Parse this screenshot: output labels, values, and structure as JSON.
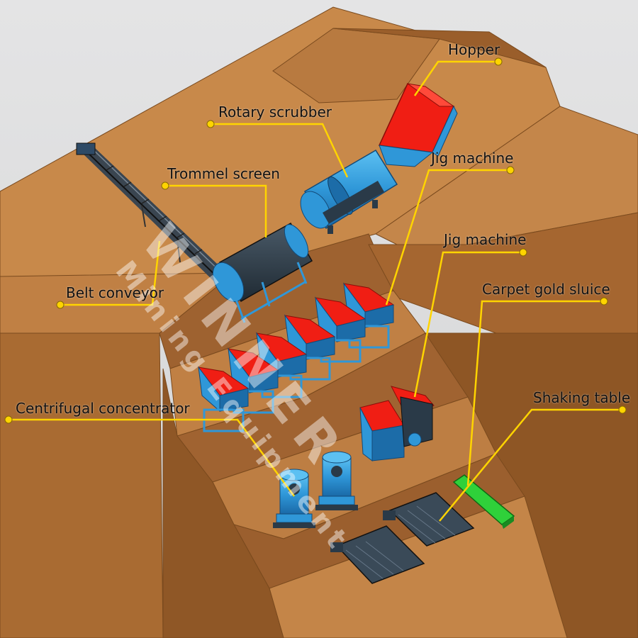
{
  "labels": {
    "hopper": "Hopper",
    "rotary_scrubber": "Rotary scrubber",
    "trommel_screen": "Trommel screen",
    "jig_machine_upper": "Jig machine",
    "belt_conveyor": "Belt conveyor",
    "jig_machine_lower": "Jig machine",
    "carpet_gold_sluice": "Carpet  gold  sluice",
    "shaking_table": "Shaking table",
    "centrifugal_concentrator": "Centrifugal concentrator"
  },
  "watermark": {
    "main": "WINNER",
    "sub": "Mining Equipment"
  },
  "colors": {
    "earth_top": "#c8894a",
    "earth_front": "#a96b32",
    "earth_side": "#8e5625",
    "machine_blue": "#2f97d8",
    "machine_dark": "#2a3a48",
    "hopper_red": "#f01e14",
    "sluice_green": "#2fd13a",
    "callout_yellow": "#ffd400"
  }
}
